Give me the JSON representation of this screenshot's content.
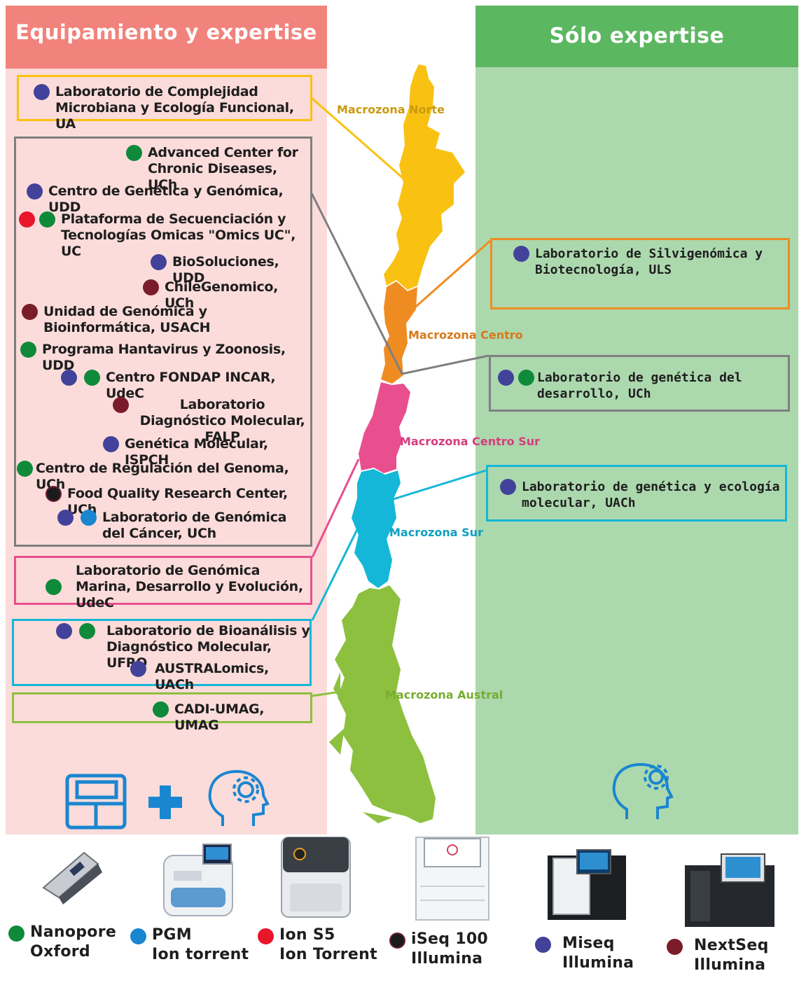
{
  "headers": {
    "left": "Equipamiento y expertise",
    "right": "Sólo expertise"
  },
  "colors": {
    "green": "#0e8a3a",
    "blue": "#1a86d0",
    "red": "#e8152b",
    "black": "#1b1b1b",
    "purple": "#43429a",
    "maroon": "#7b1c2b",
    "norte": "#f9c112",
    "centro": "#ef8c21",
    "centro_sur": "#e84f8f",
    "sur": "#14b7d8",
    "austral": "#8dc03f"
  },
  "zones": {
    "norte": "Macrozona Norte",
    "centro": "Macrozona Centro",
    "centro_sur": "Macrozona Centro Sur",
    "sur": "Macrozona Sur",
    "austral": "Macrozona Austral"
  },
  "left_labs": {
    "norte": [
      {
        "name": "Laboratorio de Complejidad Microbiana y Ecología Funcional, UA"
      }
    ],
    "centro": [
      {
        "name": "Advanced Center for Chronic Diseases, UCh"
      },
      {
        "name": "Centro de Genética y Genómica, UDD"
      },
      {
        "name": "Plataforma de Secuenciación y Tecnologías Omicas \"Omics UC\", UC"
      },
      {
        "name": "BioSoluciones, UDD"
      },
      {
        "name": "ChileGenomico, UCh"
      },
      {
        "name": "Unidad de Genómica y Bioinformática, USACH"
      },
      {
        "name": "Programa Hantavirus y Zoonosis, UDD"
      },
      {
        "name": "Centro FONDAP INCAR, UdeC"
      },
      {
        "name": "Laboratorio Diagnóstico Molecular, FALP"
      },
      {
        "name": "Genética Molecular, ISPCH"
      },
      {
        "name": "Centro de Regulación del Genoma, UCh"
      },
      {
        "name": "Food Quality Research Center, UCh"
      },
      {
        "name": "Laboratorio de Genómica del Cáncer, UCh"
      }
    ],
    "centro_sur": [
      {
        "name": "Laboratorio de Genómica Marina, Desarrollo y Evolución, UdeC"
      }
    ],
    "sur": [
      {
        "name": "Laboratorio de Bioanálisis y Diagnóstico Molecular, UFRO"
      },
      {
        "name": "AUSTRALomics, UACh"
      }
    ],
    "austral": [
      {
        "name": "CADI-UMAG, UMAG"
      }
    ]
  },
  "right_labs": [
    {
      "name": "Laboratorio de Silvigenómica y Biotecnología, ULS"
    },
    {
      "name": "Laboratorio de genética del desarrollo, UCh"
    },
    {
      "name": "Laboratorio de genética y ecología molecular, UACh"
    }
  ],
  "icons": {
    "equipment": "sequencer-icon",
    "plus": "plus-icon",
    "expertise": "head-gear-icon"
  },
  "legend": [
    {
      "line1": "Nanopore",
      "line2": "Oxford",
      "device": "nanopore-device-icon"
    },
    {
      "line1": "PGM",
      "line2": "Ion torrent",
      "device": "pgm-device-icon"
    },
    {
      "line1": "Ion S5",
      "line2": "Ion Torrent",
      "device": "ion-s5-device-icon"
    },
    {
      "line1": "iSeq 100",
      "line2": "Illumina",
      "device": "iseq-device-icon"
    },
    {
      "line1": "Miseq",
      "line2": "Illumina",
      "device": "miseq-device-icon"
    },
    {
      "line1": "NextSeq",
      "line2": "Illumina",
      "device": "nextseq-device-icon"
    }
  ]
}
